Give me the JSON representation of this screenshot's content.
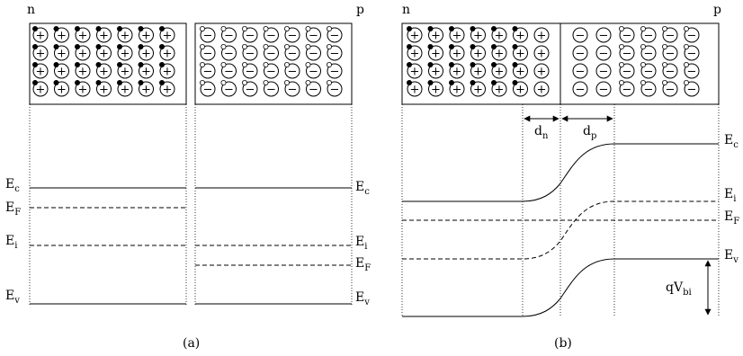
{
  "panel_a": {
    "n_label": "n",
    "p_label": "p",
    "caption": "(a)",
    "left_levels": [
      {
        "main": "E",
        "sub": "c"
      },
      {
        "main": "E",
        "sub": "F"
      },
      {
        "main": "E",
        "sub": "i"
      },
      {
        "main": "E",
        "sub": "v"
      }
    ],
    "right_levels": [
      {
        "main": "E",
        "sub": "c"
      },
      {
        "main": "E",
        "sub": "i"
      },
      {
        "main": "E",
        "sub": "F"
      },
      {
        "main": "E",
        "sub": "v"
      }
    ]
  },
  "panel_b": {
    "n_label": "n",
    "p_label": "p",
    "caption": "(b)",
    "dn": {
      "main": "d",
      "sub": "n"
    },
    "dp": {
      "main": "d",
      "sub": "p"
    },
    "levels": [
      {
        "main": "E",
        "sub": "c"
      },
      {
        "main": "E",
        "sub": "i"
      },
      {
        "main": "E",
        "sub": "F"
      },
      {
        "main": "E",
        "sub": "v"
      }
    ],
    "qvbi": {
      "main": "qV",
      "sub": "bi"
    }
  },
  "symbols": {
    "donor": "+",
    "acceptor": "−"
  }
}
